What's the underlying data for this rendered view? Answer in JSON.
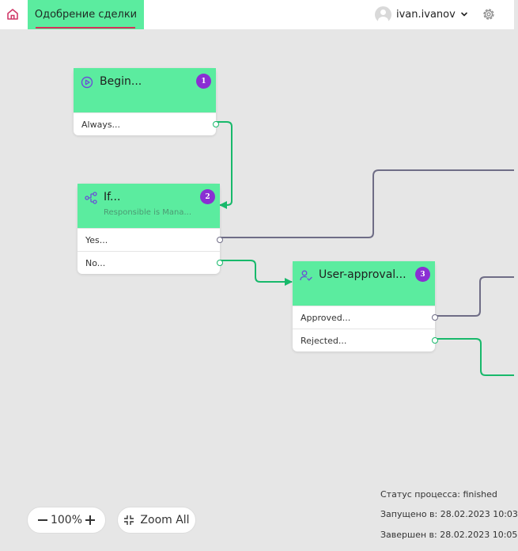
{
  "header": {
    "tab_label": "Одобрение сделки",
    "username": "ivan.ivanov"
  },
  "nodes": [
    {
      "number": "1",
      "title": "Begin...",
      "icon": "play-circle-icon",
      "ports": [
        "Always..."
      ]
    },
    {
      "number": "2",
      "title": "If...",
      "subtitle": "Responsible is Mana...",
      "icon": "branch-icon",
      "ports": [
        "Yes...",
        "No..."
      ]
    },
    {
      "number": "3",
      "title": "User-approval...",
      "icon": "user-check-icon",
      "ports": [
        "Approved...",
        "Rejected..."
      ]
    }
  ],
  "zoom": {
    "level": "100%",
    "zoom_all_label": "Zoom All"
  },
  "status": {
    "process_status": "Статус процесса: finished",
    "started": "Запущено в: 28.02.2023 10:03",
    "finished": "Завершен в: 28.02.2023 10:05"
  },
  "colors": {
    "accent": "#5bec9f",
    "badge": "#8a2fd3",
    "wire_active": "#18b96b",
    "wire_idle": "#6f6d86",
    "tab_underline": "#d8305a"
  }
}
